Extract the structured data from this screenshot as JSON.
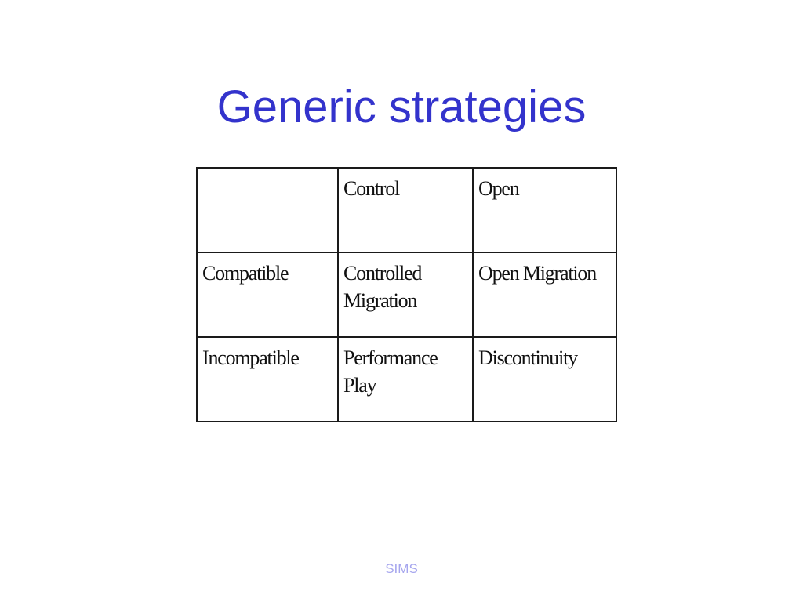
{
  "slide": {
    "title": "Generic strategies",
    "footer": "SIMS"
  },
  "table": {
    "rows": [
      [
        "",
        "Control",
        "Open"
      ],
      [
        "Compatible",
        "Controlled Migration",
        "Open Migration"
      ],
      [
        "Incompatible",
        "Performance Play",
        "Discontinuity"
      ]
    ]
  },
  "colors": {
    "title": "#3333cc",
    "footer": "#a6a6ee",
    "border": "#1a1a1a"
  }
}
